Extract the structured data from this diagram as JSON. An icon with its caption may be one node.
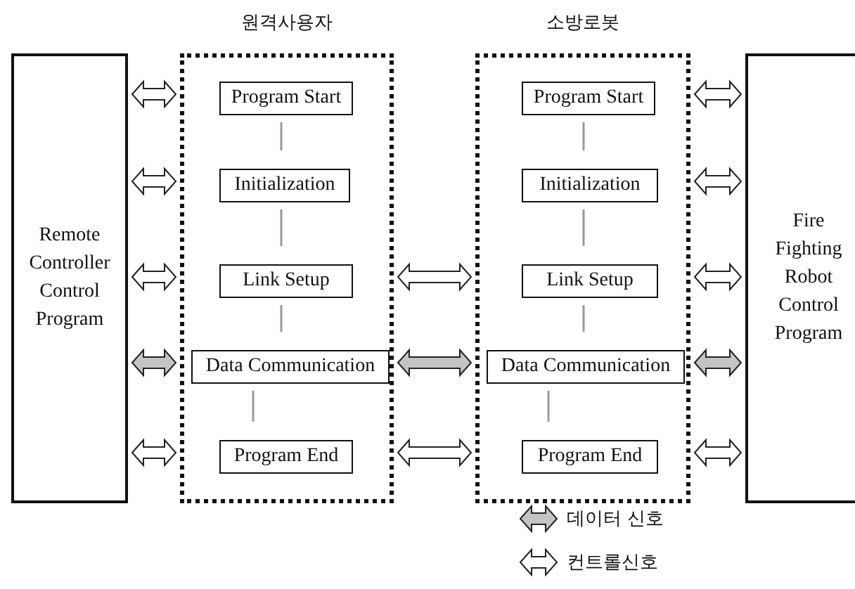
{
  "diagram": {
    "nodes": [
      {
        "text": [
          "Remote Controller Control Program"
        ]
      },
      {
        "text": [
          "원격사용자"
        ]
      },
      {
        "text": [
          "Program Start"
        ],
        "in": 1
      },
      {
        "text": [
          "Initialization"
        ],
        "in": 1
      },
      {
        "text": [
          "Link Setup"
        ],
        "in": 1
      },
      {
        "text": [
          "Data Communication"
        ],
        "in": 1
      },
      {
        "text": [
          "Program End"
        ],
        "in": 1
      },
      {
        "text": [
          "소방로봇"
        ]
      },
      {
        "text": [
          "Program Start"
        ],
        "in": 7
      },
      {
        "text": [
          "Initialization"
        ],
        "in": 7
      },
      {
        "text": [
          "Link Setup"
        ],
        "in": 7
      },
      {
        "text": [
          "Data Communication"
        ],
        "in": 7
      },
      {
        "text": [
          "Program End"
        ],
        "in": 7
      },
      {
        "text": [
          "Fire Fighting Robot Control Program"
        ]
      }
    ],
    "edges": [
      {
        "from": 0,
        "to": 1,
        "arrow": "both"
      },
      {
        "from": 0,
        "to": 1,
        "arrow": "both"
      },
      {
        "from": 0,
        "to": 1,
        "arrow": "both"
      },
      {
        "from": 0,
        "to": 1,
        "arrow": "both",
        "color": "#c4c4c4"
      },
      {
        "from": 0,
        "to": 1,
        "arrow": "both"
      },
      {
        "from": 1,
        "to": 7,
        "arrow": "both"
      },
      {
        "from": 1,
        "to": 7,
        "arrow": "both",
        "color": "#c4c4c4"
      },
      {
        "from": 1,
        "to": 7,
        "arrow": "both"
      },
      {
        "from": 7,
        "to": 13,
        "arrow": "both"
      },
      {
        "from": 7,
        "to": 13,
        "arrow": "both"
      },
      {
        "from": 7,
        "to": 13,
        "arrow": "both"
      },
      {
        "from": 7,
        "to": 13,
        "arrow": "both",
        "color": "#c4c4c4"
      },
      {
        "from": 7,
        "to": 13,
        "arrow": "both"
      },
      {
        "from": 2,
        "to": 3,
        "arrow": "none"
      },
      {
        "from": 3,
        "to": 4,
        "arrow": "none"
      },
      {
        "from": 4,
        "to": 5,
        "arrow": "none"
      },
      {
        "from": 5,
        "to": 6,
        "arrow": "none"
      },
      {
        "from": 8,
        "to": 9,
        "arrow": "none"
      },
      {
        "from": 9,
        "to": 10,
        "arrow": "none"
      },
      {
        "from": 10,
        "to": 11,
        "arrow": "none"
      },
      {
        "from": 11,
        "to": 12,
        "arrow": "none"
      }
    ],
    "legend": [
      {
        "text": "데이터 신호"
      },
      {
        "text": "컨트롤신호"
      }
    ]
  }
}
